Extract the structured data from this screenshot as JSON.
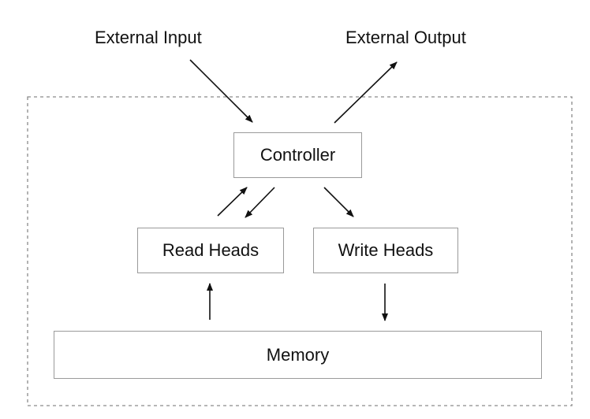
{
  "labels": {
    "external_input": "External Input",
    "external_output": "External Output"
  },
  "nodes": {
    "controller": "Controller",
    "read_heads": "Read Heads",
    "write_heads": "Write Heads",
    "memory": "Memory"
  },
  "colors": {
    "border": "#9a9a9a",
    "boundary": "#8a8a8a",
    "arrow": "#111111",
    "text": "#111111"
  }
}
